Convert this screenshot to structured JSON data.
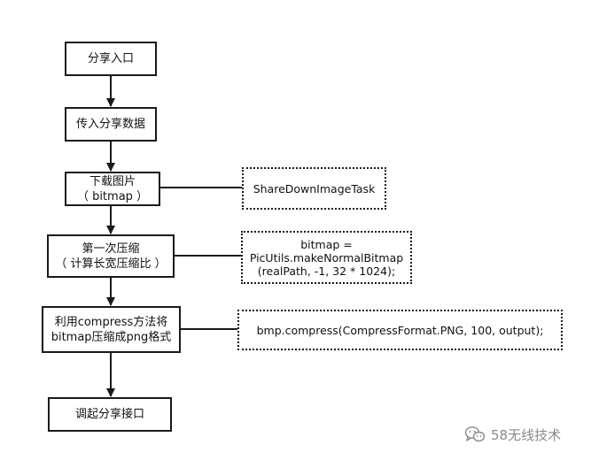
{
  "flow": {
    "steps": [
      {
        "lines": [
          "分享入口"
        ]
      },
      {
        "lines": [
          "传入分享数据"
        ]
      },
      {
        "lines": [
          "下载图片",
          "（ bitmap ）"
        ]
      },
      {
        "lines": [
          "第一次压缩",
          "（ 计算长宽压缩比 ）"
        ]
      },
      {
        "lines": [
          "利用compress方法将",
          "bitmap压缩成png格式"
        ]
      },
      {
        "lines": [
          "调起分享接口"
        ]
      }
    ],
    "notes": [
      {
        "lines": [
          "ShareDownImageTask"
        ]
      },
      {
        "lines": [
          "bitmap =",
          "PicUtils.makeNormalBitmap",
          "(realPath, -1, 32 * 1024);"
        ]
      },
      {
        "lines": [
          "bmp.compress(CompressFormat.PNG, 100, output);"
        ]
      }
    ]
  },
  "watermark": {
    "text": "58无线技术",
    "icon": "wechat-icon",
    "color": "#8a8a8a"
  },
  "colors": {
    "stroke": "#1a1a1a",
    "background": "#ffffff"
  }
}
